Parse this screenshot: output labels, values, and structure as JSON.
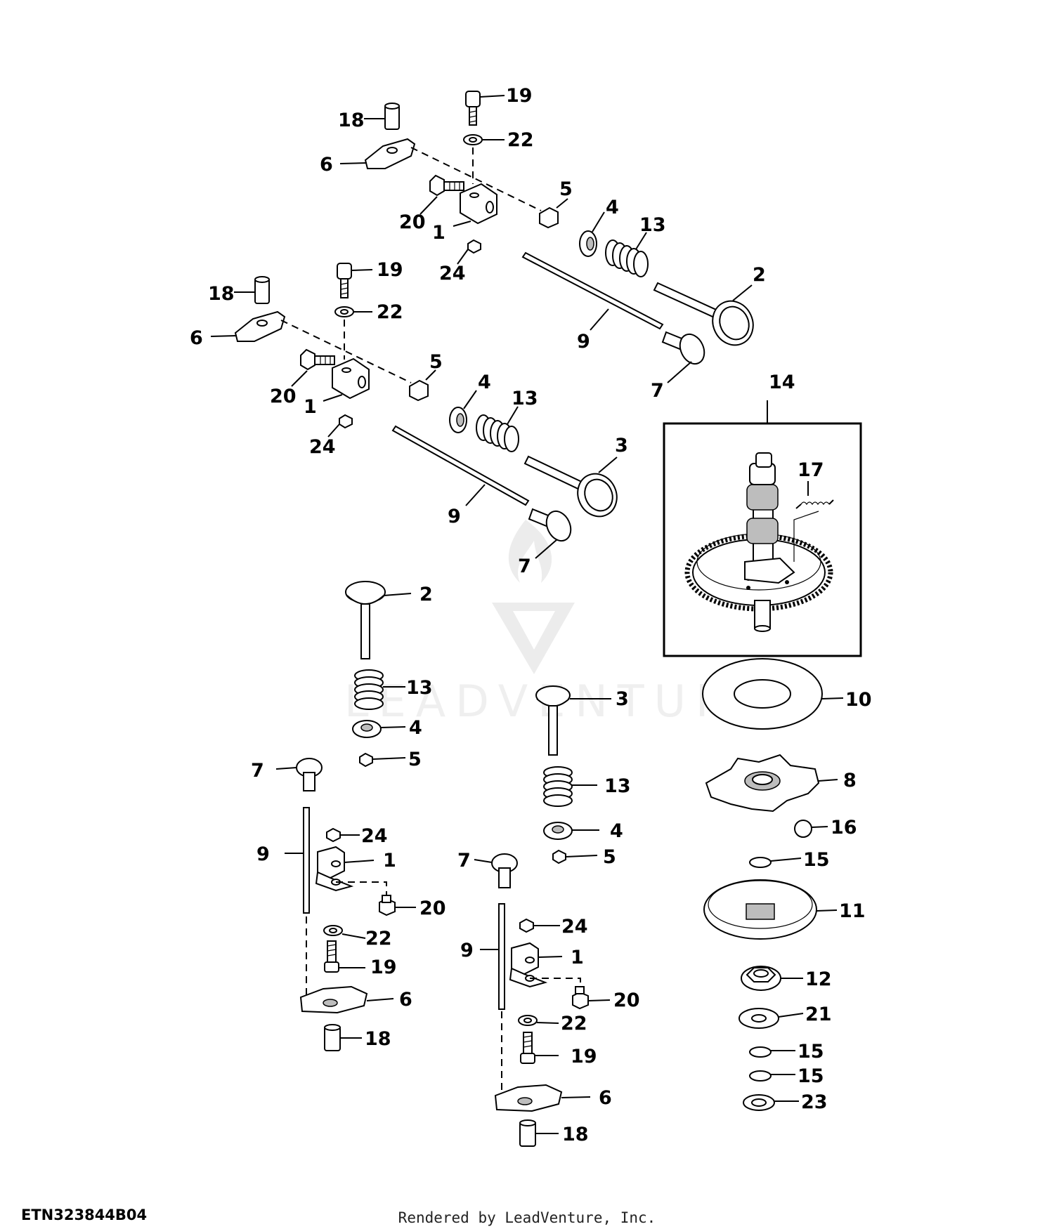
{
  "diagram_code": "ETN323844B04",
  "footer_text": "Rendered by LeadVenture, Inc.",
  "watermark_text": "LEADVENTURE",
  "callouts": [
    {
      "label": "19"
    },
    {
      "label": "22"
    },
    {
      "label": "18"
    },
    {
      "label": "6"
    },
    {
      "label": "5"
    },
    {
      "label": "20"
    },
    {
      "label": "1"
    },
    {
      "label": "24"
    },
    {
      "label": "4"
    },
    {
      "label": "13"
    },
    {
      "label": "2"
    },
    {
      "label": "9"
    },
    {
      "label": "7"
    },
    {
      "label": "19"
    },
    {
      "label": "18"
    },
    {
      "label": "22"
    },
    {
      "label": "6"
    },
    {
      "label": "5"
    },
    {
      "label": "20"
    },
    {
      "label": "1"
    },
    {
      "label": "24"
    },
    {
      "label": "4"
    },
    {
      "label": "13"
    },
    {
      "label": "3"
    },
    {
      "label": "9"
    },
    {
      "label": "7"
    },
    {
      "label": "14"
    },
    {
      "label": "17"
    },
    {
      "label": "2"
    },
    {
      "label": "13"
    },
    {
      "label": "4"
    },
    {
      "label": "5"
    },
    {
      "label": "7"
    },
    {
      "label": "24"
    },
    {
      "label": "9"
    },
    {
      "label": "1"
    },
    {
      "label": "20"
    },
    {
      "label": "22"
    },
    {
      "label": "19"
    },
    {
      "label": "6"
    },
    {
      "label": "18"
    },
    {
      "label": "3"
    },
    {
      "label": "13"
    },
    {
      "label": "4"
    },
    {
      "label": "5"
    },
    {
      "label": "7"
    },
    {
      "label": "24"
    },
    {
      "label": "9"
    },
    {
      "label": "1"
    },
    {
      "label": "20"
    },
    {
      "label": "22"
    },
    {
      "label": "19"
    },
    {
      "label": "6"
    },
    {
      "label": "18"
    },
    {
      "label": "10"
    },
    {
      "label": "8"
    },
    {
      "label": "16"
    },
    {
      "label": "15"
    },
    {
      "label": "11"
    },
    {
      "label": "12"
    },
    {
      "label": "21"
    },
    {
      "label": "15"
    },
    {
      "label": "15"
    },
    {
      "label": "23"
    }
  ]
}
